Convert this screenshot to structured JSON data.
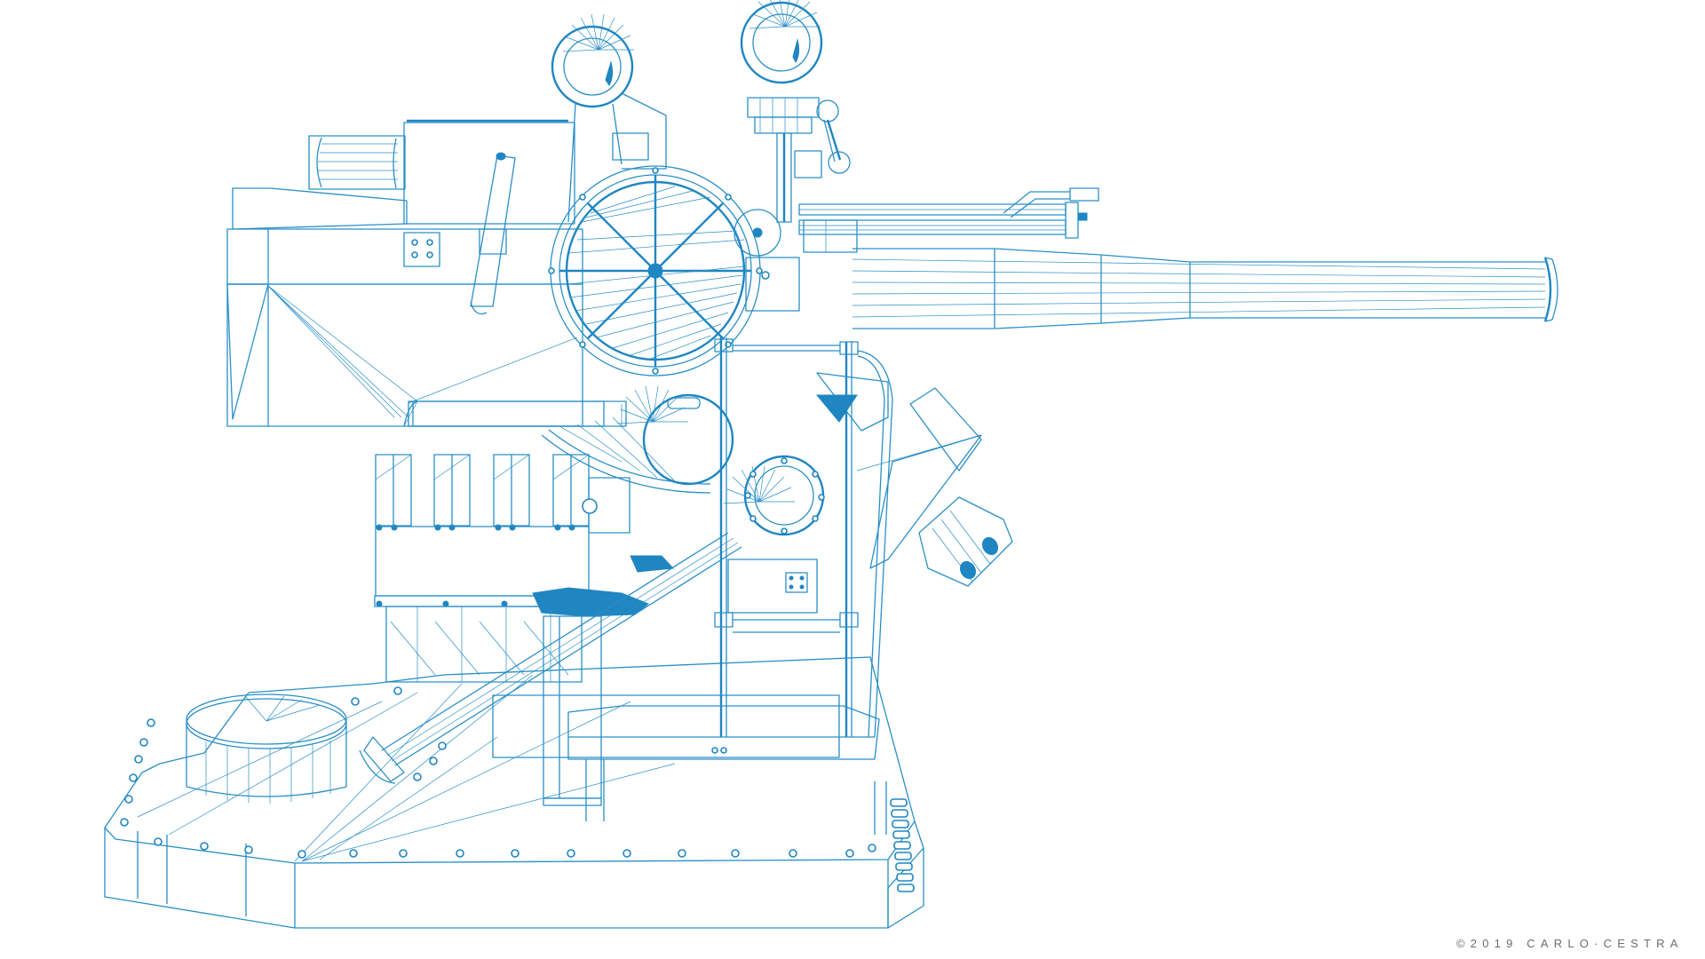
{
  "artwork": {
    "subject": "Naval deck gun wireframe line drawing",
    "line_color": "#2a8fc6",
    "accent_fill": "#1f86c2",
    "background": "#ffffff"
  },
  "copyright": {
    "symbol": "©",
    "year": "2019",
    "author": "CARLO·CESTRA",
    "full_text": "©2019 CARLO·CESTRA",
    "color": "#6d6d6d"
  }
}
